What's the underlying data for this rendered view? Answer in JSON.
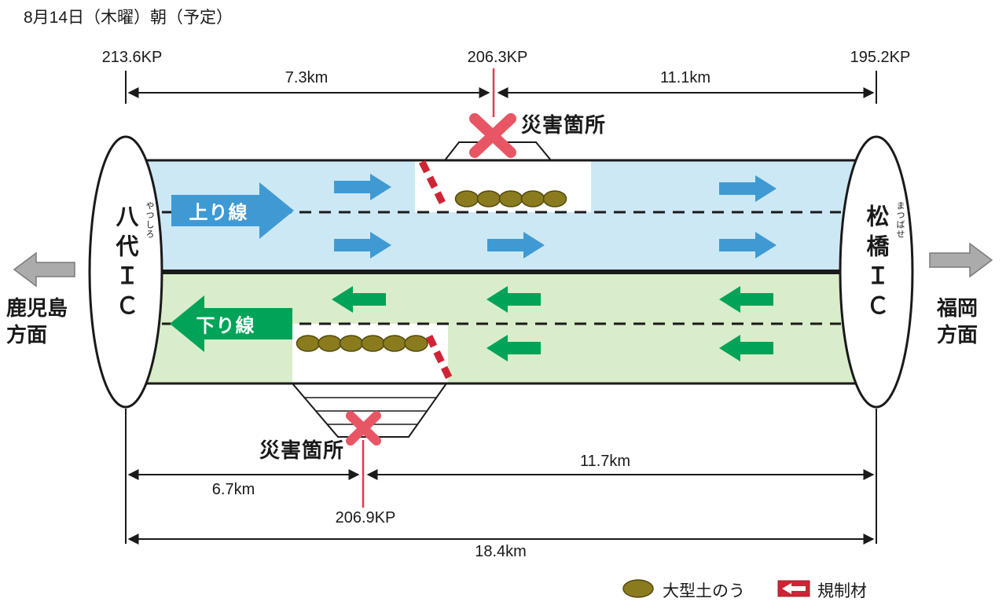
{
  "title": "8月14日（木曜）朝（予定）",
  "markers": {
    "kp_left": "213.6KP",
    "kp_center": "206.3KP",
    "kp_right": "195.2KP",
    "kp_bottom": "206.9KP"
  },
  "distances": {
    "upper_left": "7.3km",
    "upper_right": "11.1km",
    "lower_left": "6.7km",
    "lower_right": "11.7km",
    "total": "18.4km"
  },
  "disaster": {
    "top_label": "災害箇所",
    "bottom_label": "災害箇所"
  },
  "lanes": {
    "up_label": "上り線",
    "down_label": "下り線"
  },
  "interchanges": {
    "left": {
      "name": "八代ＩＣ",
      "furigana": "やつしろ"
    },
    "right": {
      "name": "松橋ＩＣ",
      "furigana": "まつばせ"
    }
  },
  "directions": {
    "left": "鹿児島方面",
    "right": "福岡方面"
  },
  "legend": {
    "sandbag_label": "大型土のう",
    "regulation_label": "規制材"
  },
  "colors": {
    "lane_up": "#cde8f5",
    "lane_down": "#d9edca",
    "arrow_up": "#3f9ad4",
    "arrow_down": "#00a357",
    "direction_arrow": "#ababab",
    "sandbag": "#8a7c1e",
    "x_mark": "#e85666",
    "regulation": "#cf2436"
  }
}
